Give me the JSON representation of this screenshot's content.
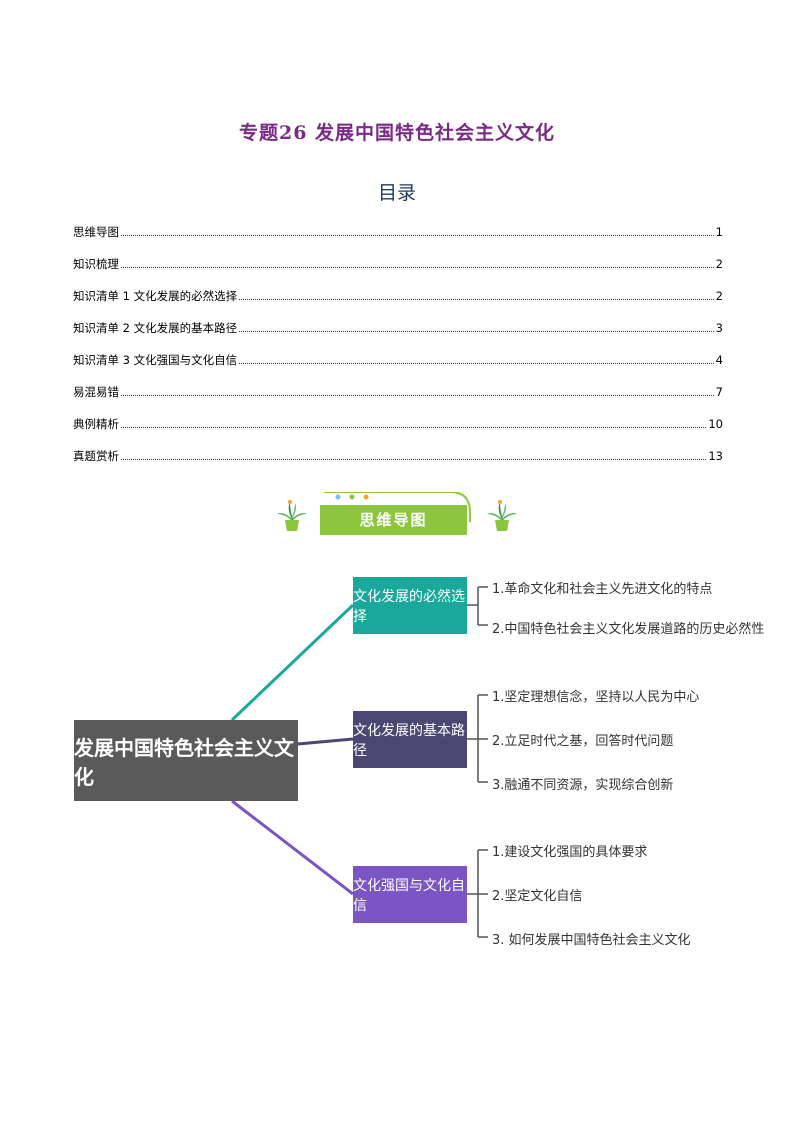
{
  "title": "专题26  发展中国特色社会主义文化",
  "toc": {
    "heading": "目录",
    "items": [
      {
        "label": "思维导图",
        "page": "1"
      },
      {
        "label": "知识梳理",
        "page": "2"
      },
      {
        "label": "知识清单 1 文化发展的必然选择",
        "page": "2"
      },
      {
        "label": "知识清单 2 文化发展的基本路径",
        "page": "3"
      },
      {
        "label": "知识清单 3 文化强国与文化自信",
        "page": "4"
      },
      {
        "label": "易混易错",
        "page": "7"
      },
      {
        "label": "典例精析",
        "page": "10"
      },
      {
        "label": "真题赏析",
        "page": "13"
      }
    ]
  },
  "banner": {
    "label": "思维导图",
    "color": "#8cc63f"
  },
  "mindmap": {
    "central": "发展中国特色社会主义文化",
    "branches": [
      {
        "label": "文化发展的必然选择",
        "color": "#1aa89c",
        "leaves": [
          "1.革命文化和社会主义先进文化的特点",
          "2.中国特色社会主义文化发展道路的历史必然性"
        ]
      },
      {
        "label": "文化发展的基本路径",
        "color": "#4b4773",
        "leaves": [
          "1.坚定理想信念，坚持以人民为中心",
          "2.立足时代之基，回答时代问题",
          "3.融通不同资源，实现综合创新"
        ]
      },
      {
        "label": "文化强国与文化自信",
        "color": "#7b55c4",
        "leaves": [
          "1.建设文化强国的具体要求",
          "2.坚定文化自信",
          "3. 如何发展中国特色社会主义文化"
        ]
      }
    ]
  }
}
